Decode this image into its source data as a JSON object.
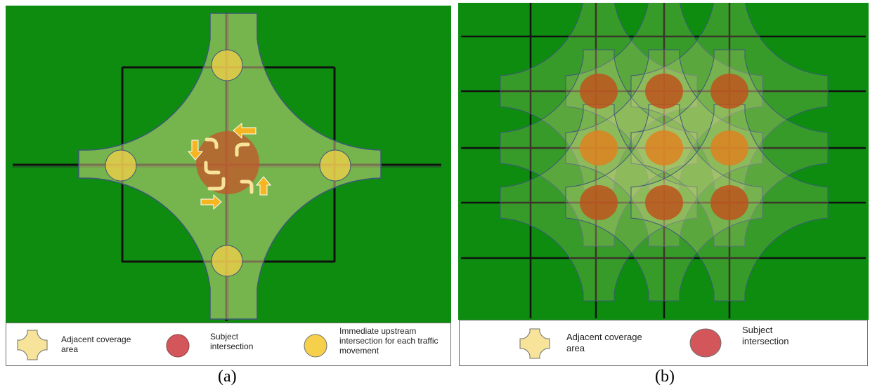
{
  "panel_a": {
    "caption": "(a)",
    "legend": {
      "adjacent_coverage": "Adjacent coverage area",
      "subject_intersection": "Subject intersection",
      "upstream_intersection": "Immediate upstream intersection for each traffic movement"
    }
  },
  "panel_b": {
    "caption": "(b)",
    "legend": {
      "adjacent_coverage": "Adjacent coverage area",
      "subject_intersection": "Subject intersection"
    }
  },
  "colors": {
    "background_green": "#0d8c10",
    "coverage_fill": "#f7e49a",
    "subject_fill": "#d3575a",
    "upstream_fill": "#f6d04a",
    "arrow_fill": "#f5b622",
    "road": "#111111",
    "outline": "#3d5a78"
  },
  "icons": [
    "coverage-area-icon",
    "subject-intersection-icon",
    "upstream-intersection-icon",
    "movement-arrow-icon"
  ]
}
